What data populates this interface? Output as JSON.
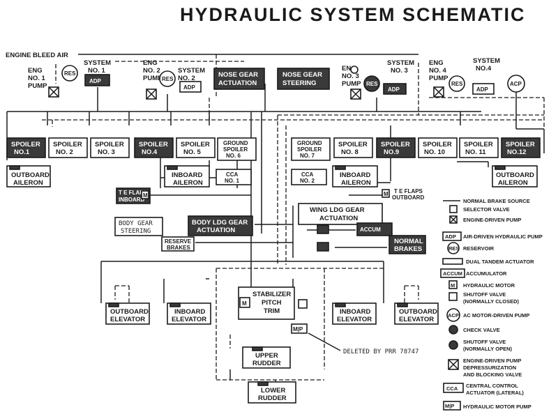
{
  "title": "HYDRAULIC SYSTEM SCHEMATIC",
  "labels": {
    "bleed_air": "ENGINE BLEED AIR",
    "eng1": [
      "ENG",
      "NO. 1",
      "PUMP"
    ],
    "eng2": [
      "ENG",
      "NO. 2",
      "PUMP"
    ],
    "eng3": [
      "ENG",
      "NO. 3",
      "PUMP"
    ],
    "eng4": [
      "ENG",
      "NO. 4",
      "PUMP"
    ],
    "sys1": [
      "SYSTEM",
      "NO. 1"
    ],
    "sys2": [
      "SYSTEM",
      "NO. 2"
    ],
    "sys3": [
      "SYSTEM",
      "NO. 3"
    ],
    "sys4": [
      "SYSTEM",
      "NO.4"
    ],
    "res": "RES",
    "adp": "ADP",
    "acp": "ACP",
    "nose_gear_act": [
      "NOSE GEAR",
      "ACTUATION"
    ],
    "nose_gear_steer": [
      "NOSE GEAR",
      "STEERING"
    ],
    "spoiler1": [
      "SPOILER",
      "NO.1"
    ],
    "spoiler2": [
      "SPOILER",
      "NO. 2"
    ],
    "spoiler3": [
      "SPOILER",
      "NO. 3"
    ],
    "spoiler4": [
      "SPOILER",
      "NO.4"
    ],
    "spoiler5": [
      "SPOILER",
      "NO. 5"
    ],
    "spoiler6": [
      "GROUND",
      "SPOILER",
      "NO. 6"
    ],
    "spoiler7": [
      "GROUND",
      "SPOILER",
      "NO. 7"
    ],
    "spoiler8": [
      "SPOILER",
      "NO. 8"
    ],
    "spoiler9": [
      "SPOILER",
      "NO.9"
    ],
    "spoiler10": [
      "SPOILER",
      "NO. 10"
    ],
    "spoiler11": [
      "SPOILER",
      "NO. 11"
    ],
    "spoiler12": [
      "SPOILER",
      "NO.12"
    ],
    "outboard_aileron": [
      "OUTBOARD",
      "AILERON"
    ],
    "inboard_aileron": [
      "INBOARD",
      "AILERON"
    ],
    "cca1": [
      "CCA",
      "NO. 1"
    ],
    "cca2": [
      "CCA",
      "NO. 2"
    ],
    "te_flaps_inboard": [
      "T E FLAPS",
      "INBOARD"
    ],
    "te_flaps_outboard": [
      "T E FLAPS",
      "OUTBOARD"
    ],
    "m": "M",
    "body_gear_steering": [
      "BODY GEAR",
      "STEERING"
    ],
    "body_ldg_gear_act": [
      "BODY LDG GEAR",
      "ACTUATION"
    ],
    "reserve_brakes": [
      "RESERVE",
      "BRAKES"
    ],
    "wing_ldg_gear_act": [
      "WING LDG GEAR",
      "ACTUATION"
    ],
    "accum": "ACCUM",
    "normal_brakes": [
      "NORMAL",
      "BRAKES"
    ],
    "outboard_elevator": [
      "OUTBOARD",
      "ELEVATOR"
    ],
    "inboard_elevator": [
      "INBOARD",
      "ELEVATOR"
    ],
    "stabilizer": [
      "STABILIZER",
      "PITCH",
      "TRIM"
    ],
    "mp": "M|P",
    "deleted": "DELETED BY PRR 78747",
    "upper_rudder": [
      "UPPER",
      "RUDDER"
    ],
    "lower_rudder": [
      "LOWER",
      "RUDDER"
    ]
  },
  "legend": [
    {
      "icon": "normal-brake-source-icon",
      "text": "NORMAL BRAKE SOURCE"
    },
    {
      "icon": "selector-valve-icon",
      "text": "SELECTOR VALVE"
    },
    {
      "icon": "engine-driven-pump-icon",
      "text": "ENGINE-DRIVEN PUMP"
    },
    {
      "icon": "adp-icon",
      "text": "AIR-DRIVEN HYDRAULIC PUMP"
    },
    {
      "icon": "reservoir-icon",
      "text": "RESERVOIR"
    },
    {
      "icon": "dual-tandem-actuator-icon",
      "text": "DUAL TANDEM ACTUATOR"
    },
    {
      "icon": "accumulator-icon",
      "text": "ACCUMULATOR"
    },
    {
      "icon": "hydraulic-motor-icon",
      "text": "HYDRAULIC MOTOR"
    },
    {
      "icon": "shutoff-valve-closed-icon",
      "text": "SHUTOFF VALVE",
      "text2": "(NORMALLY CLOSED)"
    },
    {
      "icon": "acp-icon",
      "text": "AC MOTOR-DRIVEN PUMP"
    },
    {
      "icon": "check-valve-icon",
      "text": "CHECK VALVE"
    },
    {
      "icon": "shutoff-valve-open-icon",
      "text": "SHUTOFF VALVE",
      "text2": "(NORMALLY OPEN)"
    },
    {
      "icon": "depressurization-valve-icon",
      "text": "ENGINE-DRIVEN PUMP",
      "text2": "DEPRESSURIZATION",
      "text3": "AND BLOCKING VALVE"
    },
    {
      "icon": "cca-icon",
      "text": "CENTRAL CONTROL",
      "text2": "ACTUATOR (LATERAL)"
    },
    {
      "icon": "hydraulic-motor-pump-icon",
      "text": "HYDRAULIC MOTOR PUMP"
    }
  ],
  "legend_glyphs": {
    "adp": "ADP",
    "res": "RES",
    "accum": "ACCUM",
    "m": "M",
    "acp": "ACP",
    "cca": "CCA",
    "mp": "M|P"
  }
}
